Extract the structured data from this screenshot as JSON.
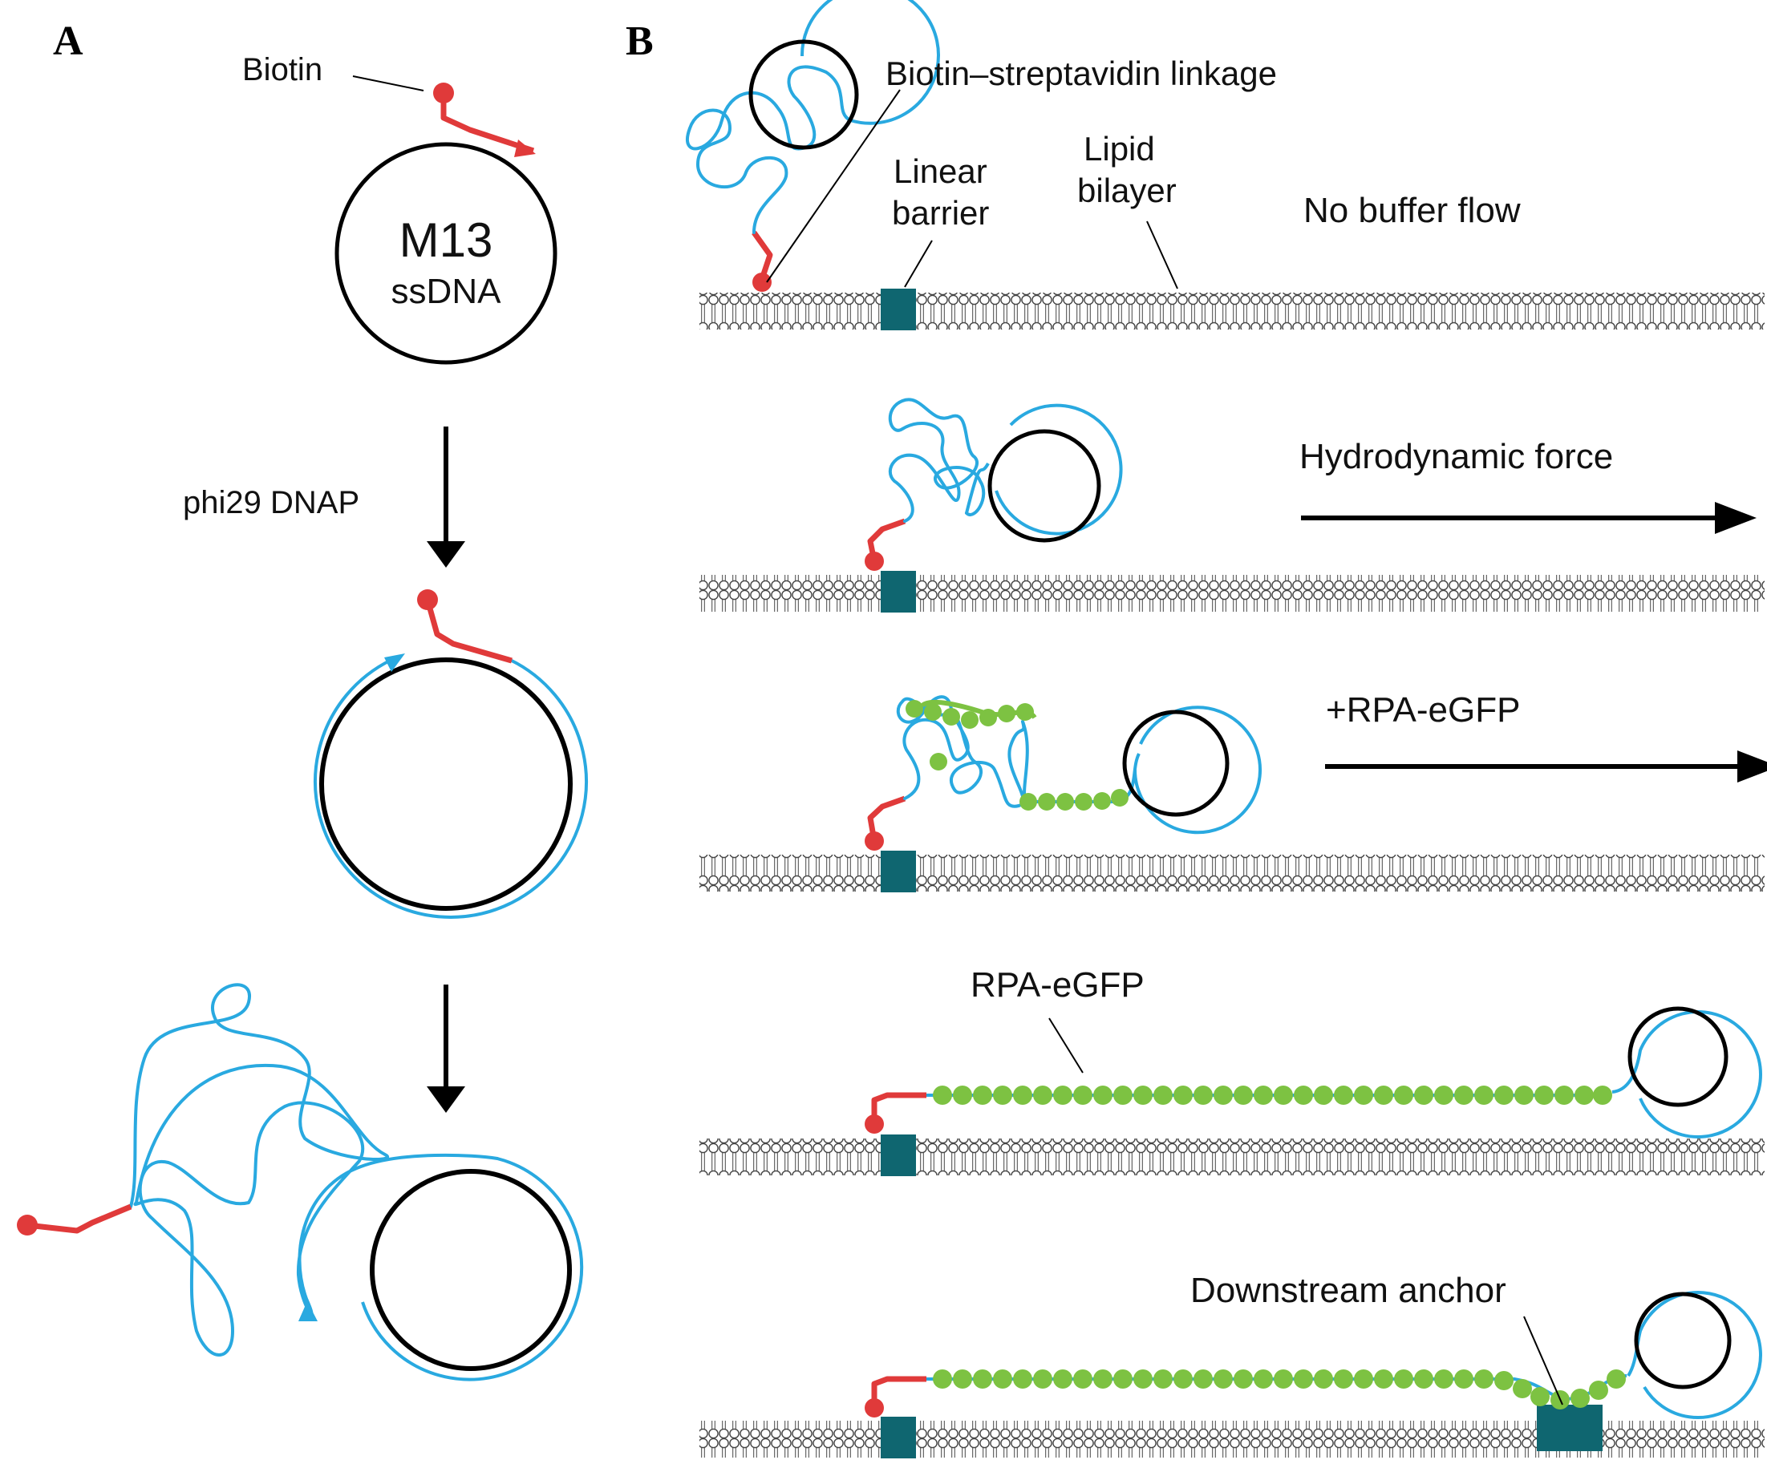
{
  "panel_a": {
    "letter": "A",
    "biotin_label": "Biotin",
    "circle_title": "M13",
    "circle_subtitle": "ssDNA",
    "step_label": "phi29 DNAP"
  },
  "panel_b": {
    "letter": "B",
    "linkage_label": "Biotin–streptavidin linkage",
    "barrier_label_line1": "Linear",
    "barrier_label_line2": "barrier",
    "bilayer_label_line1": "Lipid",
    "bilayer_label_line2": "bilayer",
    "no_flow_label": "No buffer flow",
    "force_label": "Hydrodynamic force",
    "rpa_add_label": "+RPA-eGFP",
    "rpa_label": "RPA-eGFP",
    "anchor_label": "Downstream anchor"
  },
  "colors": {
    "dna_new": "#29a9e0",
    "biotin": "#e03a3a",
    "rpa": "#7dc242",
    "barrier": "#0f6670",
    "template": "#000000"
  }
}
